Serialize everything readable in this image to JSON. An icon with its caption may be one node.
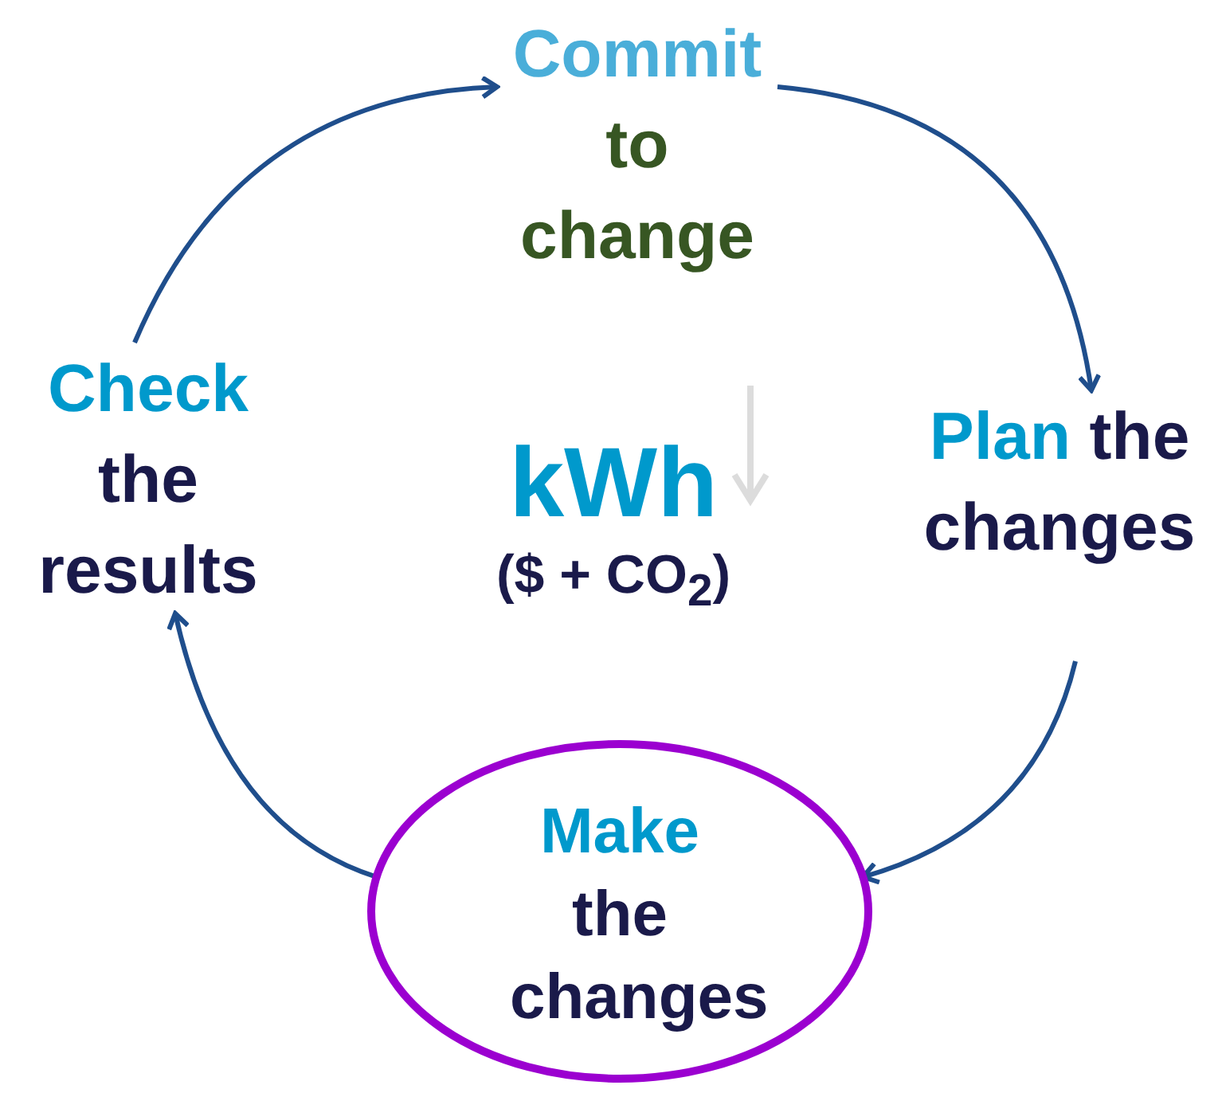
{
  "diagram": {
    "nodes": [
      {
        "text": [
          "Commit",
          "to change"
        ]
      },
      {
        "text": [
          "Plan",
          "the changes"
        ]
      },
      {
        "text": [
          "Make",
          "the changes"
        ]
      },
      {
        "text": [
          "Check",
          "the results"
        ]
      }
    ],
    "edges": [
      {
        "from": 3,
        "to": 0,
        "arrow": "to"
      },
      {
        "from": 0,
        "to": 1,
        "arrow": "to"
      },
      {
        "from": 1,
        "to": 2,
        "arrow": "to"
      },
      {
        "from": 2,
        "to": 3,
        "arrow": "to"
      }
    ],
    "labels": [
      "kWh",
      "($ + CO$_{2}$)"
    ]
  }
}
